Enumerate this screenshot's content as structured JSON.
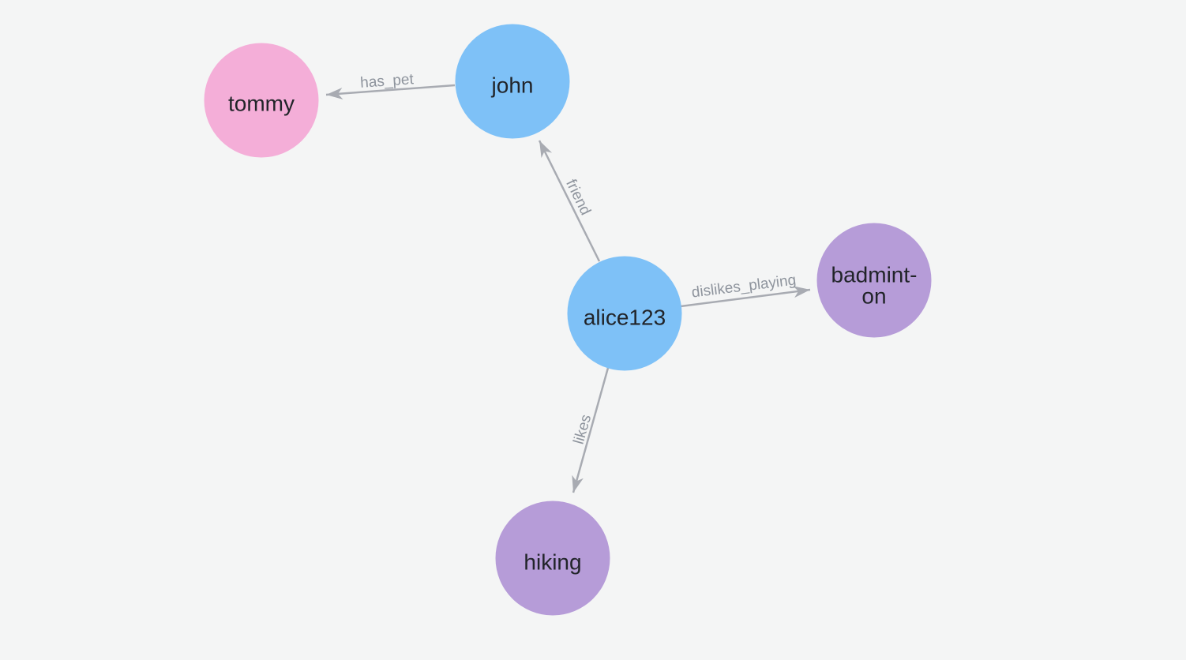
{
  "colors": {
    "background": "#f4f5f5",
    "person_node": "#7ec1f7",
    "pet_node": "#f4aed8",
    "topic_node": "#b69cd8",
    "edge": "#a8abb2",
    "edge_label": "#8e949d",
    "node_label": "#212429"
  },
  "graph": {
    "nodes": [
      {
        "id": "tommy",
        "label": "tommy",
        "color": "pet_node"
      },
      {
        "id": "john",
        "label": "john",
        "color": "person_node"
      },
      {
        "id": "alice123",
        "label": "alice123",
        "color": "person_node"
      },
      {
        "id": "badminton",
        "label_lines": [
          "badmint-",
          "on"
        ],
        "color": "topic_node"
      },
      {
        "id": "hiking",
        "label": "hiking",
        "color": "topic_node"
      }
    ],
    "edges": [
      {
        "label": "has_pet",
        "from": "john",
        "to": "tommy"
      },
      {
        "label": "friend",
        "from": "alice123",
        "to": "john"
      },
      {
        "label": "dislikes_playing",
        "from": "alice123",
        "to": "badminton"
      },
      {
        "label": "likes",
        "from": "alice123",
        "to": "hiking"
      }
    ]
  }
}
